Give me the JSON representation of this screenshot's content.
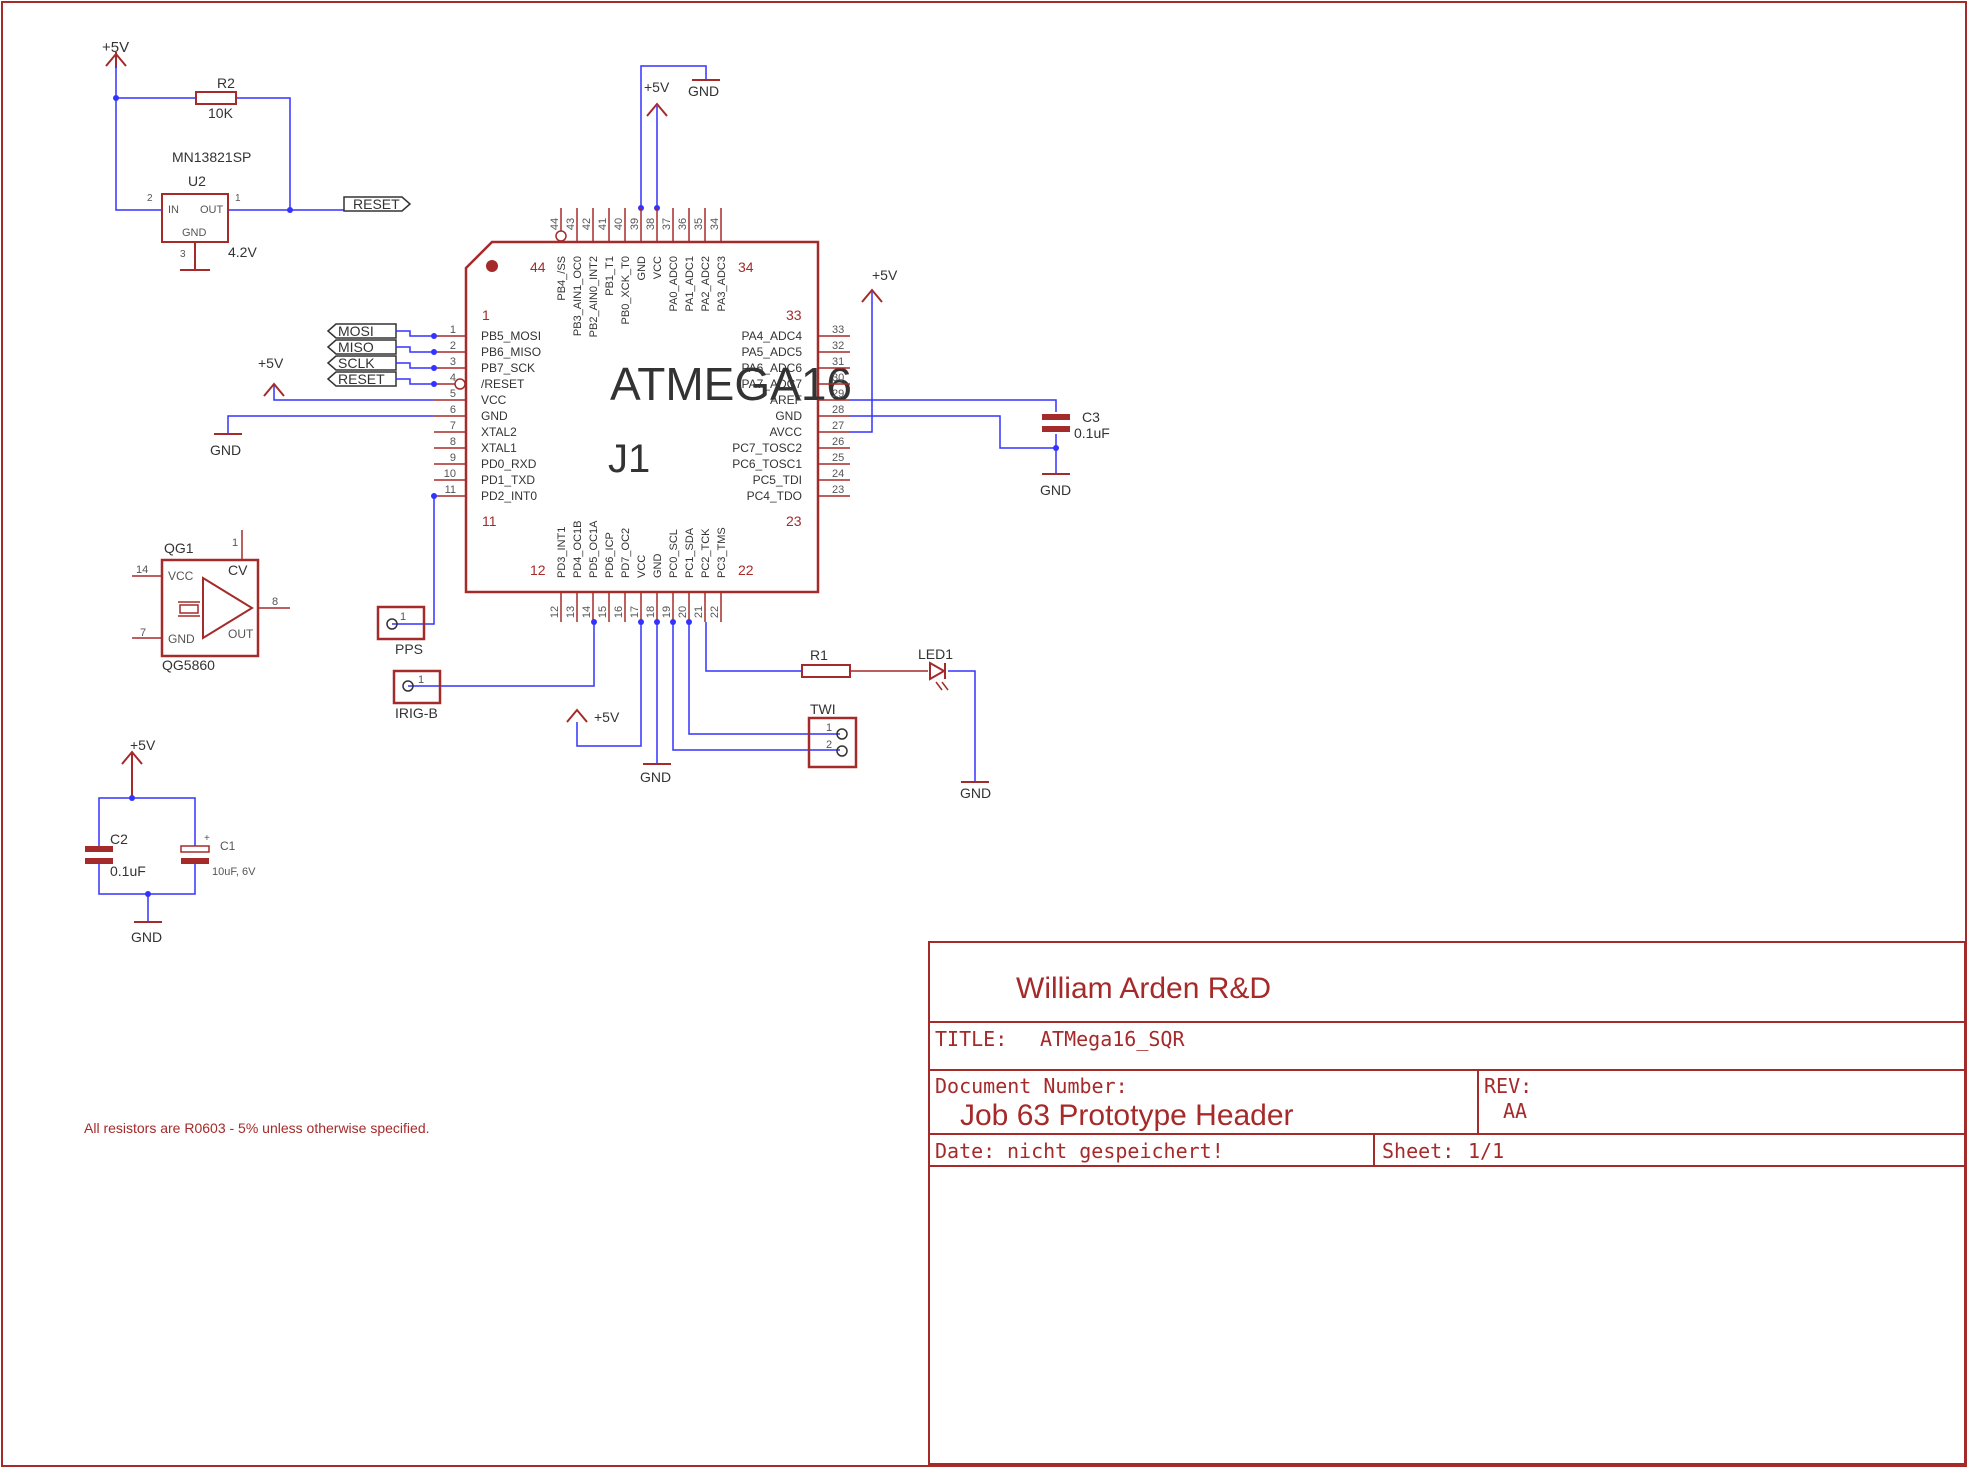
{
  "colors": {
    "component": "#a52a2a",
    "wire": "#3333ff",
    "text": "#333333",
    "pin_number": "#555555",
    "frame": "#a52a2a",
    "net_label": "#333333"
  },
  "power_symbols": {
    "vcc_label": "+5V",
    "gnd_label": "GND"
  },
  "regulator": {
    "part": "MN13821SP",
    "ref": "U2",
    "pin_in": "IN",
    "pin_out": "OUT",
    "pin_gnd": "GND",
    "pin2": "2",
    "pin1": "1",
    "pin3": "3",
    "value": "4.2V"
  },
  "r2": {
    "ref": "R2",
    "value": "10K"
  },
  "reset_net": "RESET",
  "mcu": {
    "name": "ATMEGA16",
    "ref": "J1",
    "corner_44": "44",
    "corner_34": "34",
    "corner_1": "1",
    "corner_33": "33",
    "corner_11": "11",
    "corner_23": "23",
    "corner_12": "12",
    "corner_22": "22",
    "left_pins": [
      {
        "num": "1",
        "name": "PB5_MOSI"
      },
      {
        "num": "2",
        "name": "PB6_MISO"
      },
      {
        "num": "3",
        "name": "PB7_SCK"
      },
      {
        "num": "4",
        "name": "/RESET"
      },
      {
        "num": "5",
        "name": "VCC"
      },
      {
        "num": "6",
        "name": "GND"
      },
      {
        "num": "7",
        "name": "XTAL2"
      },
      {
        "num": "8",
        "name": "XTAL1"
      },
      {
        "num": "9",
        "name": "PD0_RXD"
      },
      {
        "num": "10",
        "name": "PD1_TXD"
      },
      {
        "num": "11",
        "name": "PD2_INT0"
      }
    ],
    "right_pins": [
      {
        "num": "33",
        "name": "PA4_ADC4"
      },
      {
        "num": "32",
        "name": "PA5_ADC5"
      },
      {
        "num": "31",
        "name": "PA6_ADC6"
      },
      {
        "num": "30",
        "name": "PA7_ADC7"
      },
      {
        "num": "29",
        "name": "AREF"
      },
      {
        "num": "28",
        "name": "GND"
      },
      {
        "num": "27",
        "name": "AVCC"
      },
      {
        "num": "26",
        "name": "PC7_TOSC2"
      },
      {
        "num": "25",
        "name": "PC6_TOSC1"
      },
      {
        "num": "24",
        "name": "PC5_TDI"
      },
      {
        "num": "23",
        "name": "PC4_TDO"
      }
    ],
    "top_pins": [
      {
        "num": "44",
        "name": "PB4_/SS"
      },
      {
        "num": "43",
        "name": "PB3_AIN1_OC0"
      },
      {
        "num": "42",
        "name": "PB2_AIN0_INT2"
      },
      {
        "num": "41",
        "name": "PB1_T1"
      },
      {
        "num": "40",
        "name": "PB0_XCK_T0"
      },
      {
        "num": "39",
        "name": "GND"
      },
      {
        "num": "38",
        "name": "VCC"
      },
      {
        "num": "37",
        "name": "PA0_ADC0"
      },
      {
        "num": "36",
        "name": "PA1_ADC1"
      },
      {
        "num": "35",
        "name": "PA2_ADC2"
      },
      {
        "num": "34",
        "name": "PA3_ADC3"
      }
    ],
    "bottom_pins": [
      {
        "num": "12",
        "name": "PD3_INT1"
      },
      {
        "num": "13",
        "name": "PD4_OC1B"
      },
      {
        "num": "14",
        "name": "PD5_OC1A"
      },
      {
        "num": "15",
        "name": "PD6_ICP"
      },
      {
        "num": "16",
        "name": "PD7_OC2"
      },
      {
        "num": "17",
        "name": "VCC"
      },
      {
        "num": "18",
        "name": "GND"
      },
      {
        "num": "19",
        "name": "PC0_SCL"
      },
      {
        "num": "20",
        "name": "PC1_SDA"
      },
      {
        "num": "21",
        "name": "PC2_TCK"
      },
      {
        "num": "22",
        "name": "PC3_TMS"
      }
    ]
  },
  "spi_labels": [
    "MOSI",
    "MISO",
    "SCLK",
    "RESET"
  ],
  "c3": {
    "ref": "C3",
    "value": "0.1uF"
  },
  "oscillator": {
    "ref": "QG1",
    "part": "QG5860",
    "pin_vcc": "VCC",
    "pin_gnd": "GND",
    "pin_out": "OUT",
    "pin_cv": "CV",
    "pin14": "14",
    "pin7": "7",
    "pin8": "8",
    "pin1": "1"
  },
  "pps": {
    "ref": "PPS",
    "pin": "1"
  },
  "irig": {
    "ref": "IRIG-B",
    "pin": "1"
  },
  "r1": {
    "ref": "R1"
  },
  "led": {
    "ref": "LED1"
  },
  "twi": {
    "ref": "TWI",
    "pin1": "1",
    "pin2": "2"
  },
  "c2": {
    "ref": "C2",
    "value": "0.1uF"
  },
  "c1": {
    "ref": "C1",
    "value": "10uF, 6V",
    "polarity": "+"
  },
  "note": "All resistors are R0603 - 5% unless otherwise specified.",
  "title_block": {
    "company": "William Arden R&D",
    "title_label": "TITLE:",
    "title_value": "ATMega16_SQR",
    "doc_label": "Document Number:",
    "doc_value": "Job 63 Prototype Header",
    "rev_label": "REV:",
    "rev_value": "AA",
    "date_label": "Date:",
    "date_value": "nicht gespeichert!",
    "sheet_label": "Sheet:",
    "sheet_value": "1/1"
  }
}
